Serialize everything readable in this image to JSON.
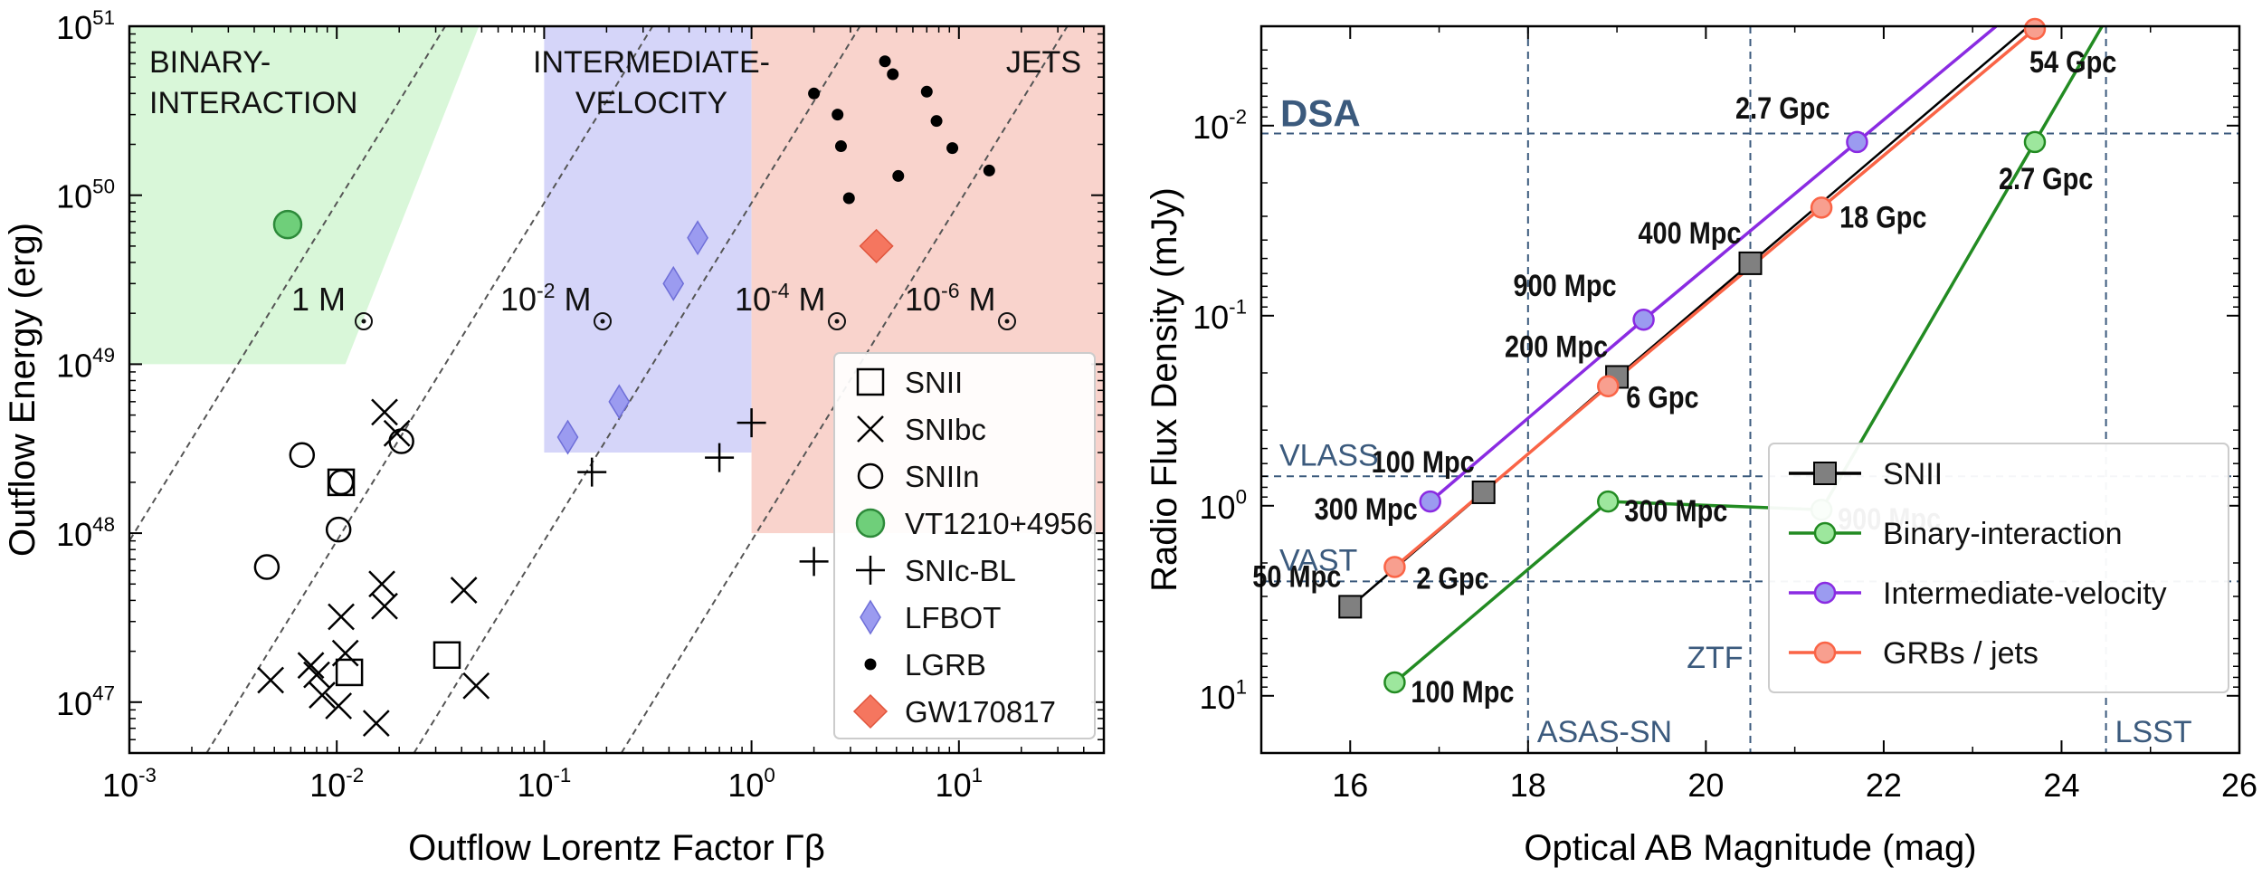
{
  "chart_data": [
    {
      "type": "scatter",
      "xlabel": "Outflow Lorentz Factor Γβ",
      "ylabel": "Outflow Energy (erg)",
      "xscale": "log",
      "yscale": "log",
      "xlim": [
        0.001,
        50
      ],
      "ylim": [
        5e+46,
        1e+51
      ],
      "xticks": [
        "10^-3",
        "10^-2",
        "10^-1",
        "10^0",
        "10^1"
      ],
      "yticks": [
        "10^47",
        "10^48",
        "10^49",
        "10^50",
        "10^51"
      ],
      "regions": [
        {
          "name": "BINARY-INTERACTION",
          "label_lines": [
            "BINARY-",
            "INTERACTION"
          ],
          "color": "#d9f7d9"
        },
        {
          "name": "INTERMEDIATE-VELOCITY",
          "label_lines": [
            "INTERMEDIATE-",
            "VELOCITY"
          ],
          "color": "#d5d5f9"
        },
        {
          "name": "JETS",
          "label_lines": [
            "JETS"
          ],
          "color": "#f9d3cc"
        }
      ],
      "mass_lines": [
        {
          "label": "1 M",
          "mass": 1
        },
        {
          "label": "10-2 M",
          "mass": 0.01
        },
        {
          "label": "10-4 M",
          "mass": 0.0001
        },
        {
          "label": "10-6 M",
          "mass": 1e-06
        }
      ],
      "legend_position": "lower-right",
      "series": [
        {
          "name": "SNII",
          "marker": "square",
          "points": [
            [
              0.0105,
              2e+48
            ],
            [
              0.0115,
              1.5e+47
            ],
            [
              0.034,
              1.9e+47
            ]
          ]
        },
        {
          "name": "SNIbc",
          "marker": "x",
          "points": [
            [
              0.017,
              5.2e+48
            ],
            [
              0.0195,
              3.9e+48
            ],
            [
              0.041,
              4.6e+47
            ],
            [
              0.047,
              1.25e+47
            ],
            [
              0.0165,
              5e+47
            ],
            [
              0.017,
              3.7e+47
            ],
            [
              0.0105,
              3.2e+47
            ],
            [
              0.011,
              1.95e+47
            ],
            [
              0.0075,
              1.65e+47
            ],
            [
              0.008,
              1.45e+47
            ],
            [
              0.0085,
              1.1e+47
            ],
            [
              0.0102,
              9.5e+46
            ],
            [
              0.0155,
              7.5e+46
            ],
            [
              0.0048,
              1.35e+47
            ]
          ]
        },
        {
          "name": "SNIIn",
          "marker": "circle",
          "points": [
            [
              0.0068,
              2.9e+48
            ],
            [
              0.0105,
              2e+48
            ],
            [
              0.0205,
              3.5e+48
            ],
            [
              0.0102,
              1.05e+48
            ],
            [
              0.0046,
              6.3e+47
            ]
          ]
        },
        {
          "name": "VT1210+4956",
          "marker": "big-circle",
          "points": [
            [
              0.0058,
              6.7e+49
            ]
          ]
        },
        {
          "name": "SNIc-BL",
          "marker": "plus",
          "points": [
            [
              0.17,
              2.3e+48
            ],
            [
              0.7,
              2.8e+48
            ],
            [
              1.0,
              4.5e+48
            ],
            [
              2.0,
              6.8e+47
            ]
          ]
        },
        {
          "name": "LFBOT",
          "marker": "diamond",
          "points": [
            [
              0.13,
              3.7e+48
            ],
            [
              0.23,
              6e+48
            ],
            [
              0.42,
              3e+49
            ],
            [
              0.55,
              5.6e+49
            ]
          ]
        },
        {
          "name": "LGRB",
          "marker": "dot",
          "points": [
            [
              4.4,
              6.2e+50
            ],
            [
              4.8,
              5.2e+50
            ],
            [
              2.0,
              4e+50
            ],
            [
              2.6,
              3e+50
            ],
            [
              7.0,
              4.1e+50
            ],
            [
              7.8,
              2.75e+50
            ],
            [
              9.3,
              1.9e+50
            ],
            [
              2.7,
              1.95e+50
            ],
            [
              5.1,
              1.3e+50
            ],
            [
              14.0,
              1.4e+50
            ],
            [
              2.95,
              9.6e+49
            ]
          ]
        },
        {
          "name": "GW170817",
          "marker": "big-diamond",
          "points": [
            [
              4.0,
              5e+49
            ]
          ]
        }
      ]
    },
    {
      "type": "line",
      "xlabel": "Optical AB Magnitude (mag)",
      "ylabel": "Radio Flux Density (mJy)",
      "xlim": [
        15,
        26
      ],
      "yscale": "log",
      "yaxis_inverted": true,
      "ylim_top_to_bottom": [
        0.003,
        20
      ],
      "xticks": [
        16,
        18,
        20,
        22,
        24,
        26
      ],
      "yticks": [
        "10^-2",
        "10^-1",
        "10^0",
        "10^1"
      ],
      "thresholds": [
        {
          "name": "DSA",
          "flux": 0.011
        },
        {
          "name": "VLASS",
          "flux": 0.7
        },
        {
          "name": "VAST",
          "flux": 2.5
        }
      ],
      "survey_limits": [
        {
          "name": "ASAS-SN",
          "mag": 18
        },
        {
          "name": "ZTF",
          "mag": 20.5
        },
        {
          "name": "LSST",
          "mag": 24.5
        }
      ],
      "legend_position": "lower-right",
      "series": [
        {
          "name": "SNII",
          "color": "#000000",
          "marker_color": "#808080",
          "marker": "square",
          "points": [
            [
              16,
              3.4,
              "50 Mpc"
            ],
            [
              17.5,
              0.85,
              "100 Mpc"
            ],
            [
              19,
              0.21,
              "200 Mpc"
            ],
            [
              20.5,
              0.053,
              "400 Mpc"
            ]
          ]
        },
        {
          "name": "Binary-interaction",
          "color": "#228b22",
          "marker_color": "#9de79d",
          "marker": "circle",
          "points": [
            [
              16.5,
              8.5,
              "100 Mpc"
            ],
            [
              18.9,
              0.95,
              "300 Mpc"
            ],
            [
              21.3,
              1.05,
              "900 Mpc"
            ],
            [
              23.7,
              0.0122,
              "2.7 Gpc"
            ]
          ]
        },
        {
          "name": "Intermediate-velocity",
          "color": "#8a2be2",
          "marker_color": "#9b9bf0",
          "marker": "circle",
          "points": [
            [
              16.9,
              0.95,
              "300 Mpc"
            ],
            [
              19.3,
              0.105,
              "900 Mpc"
            ],
            [
              21.7,
              0.0122,
              "2.7 Gpc"
            ]
          ]
        },
        {
          "name": "GRBs / jets",
          "color": "#fa6446",
          "marker_color": "#f89f8f",
          "marker": "circle",
          "points": [
            [
              16.5,
              2.1,
              "2 Gpc"
            ],
            [
              18.9,
              0.235,
              "6 Gpc"
            ],
            [
              21.3,
              0.027,
              "18 Gpc"
            ],
            [
              23.7,
              0.0031,
              "54 Gpc"
            ]
          ]
        }
      ]
    }
  ]
}
